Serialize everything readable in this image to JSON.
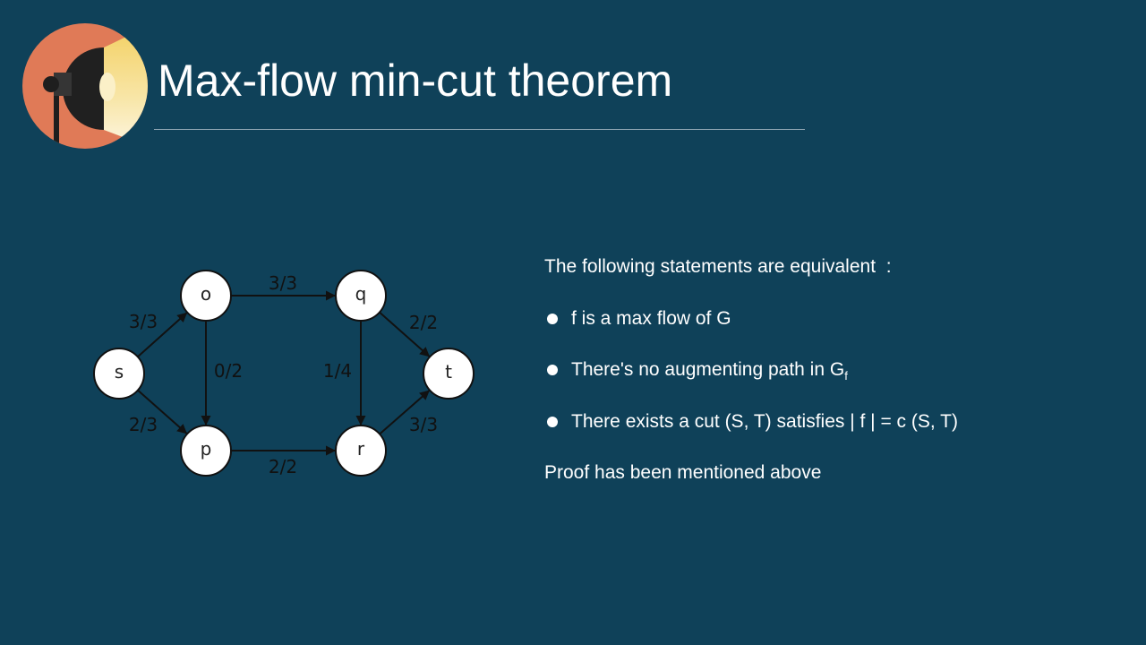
{
  "slide": {
    "title": "Max-flow min-cut theorem"
  },
  "graph": {
    "nodes": [
      {
        "id": "s",
        "label": "s"
      },
      {
        "id": "o",
        "label": "o"
      },
      {
        "id": "p",
        "label": "p"
      },
      {
        "id": "q",
        "label": "q"
      },
      {
        "id": "r",
        "label": "r"
      },
      {
        "id": "t",
        "label": "t"
      }
    ],
    "edges": [
      {
        "from": "s",
        "to": "o",
        "label": "3/3"
      },
      {
        "from": "s",
        "to": "p",
        "label": "2/3"
      },
      {
        "from": "o",
        "to": "q",
        "label": "3/3"
      },
      {
        "from": "o",
        "to": "p",
        "label": "0/2"
      },
      {
        "from": "q",
        "to": "r",
        "label": "1/4"
      },
      {
        "from": "q",
        "to": "t",
        "label": "2/2"
      },
      {
        "from": "p",
        "to": "r",
        "label": "2/2"
      },
      {
        "from": "r",
        "to": "t",
        "label": "3/3"
      }
    ]
  },
  "content": {
    "intro": "The following statements are equivalent  :",
    "bullets": [
      {
        "text": "f is a max flow of G"
      },
      {
        "text": "There's no augmenting path in G",
        "sub": "f"
      },
      {
        "text": "There exists a cut (S, T) satisfies | f | = c (S, T)"
      }
    ],
    "closing": "Proof has been mentioned above"
  }
}
